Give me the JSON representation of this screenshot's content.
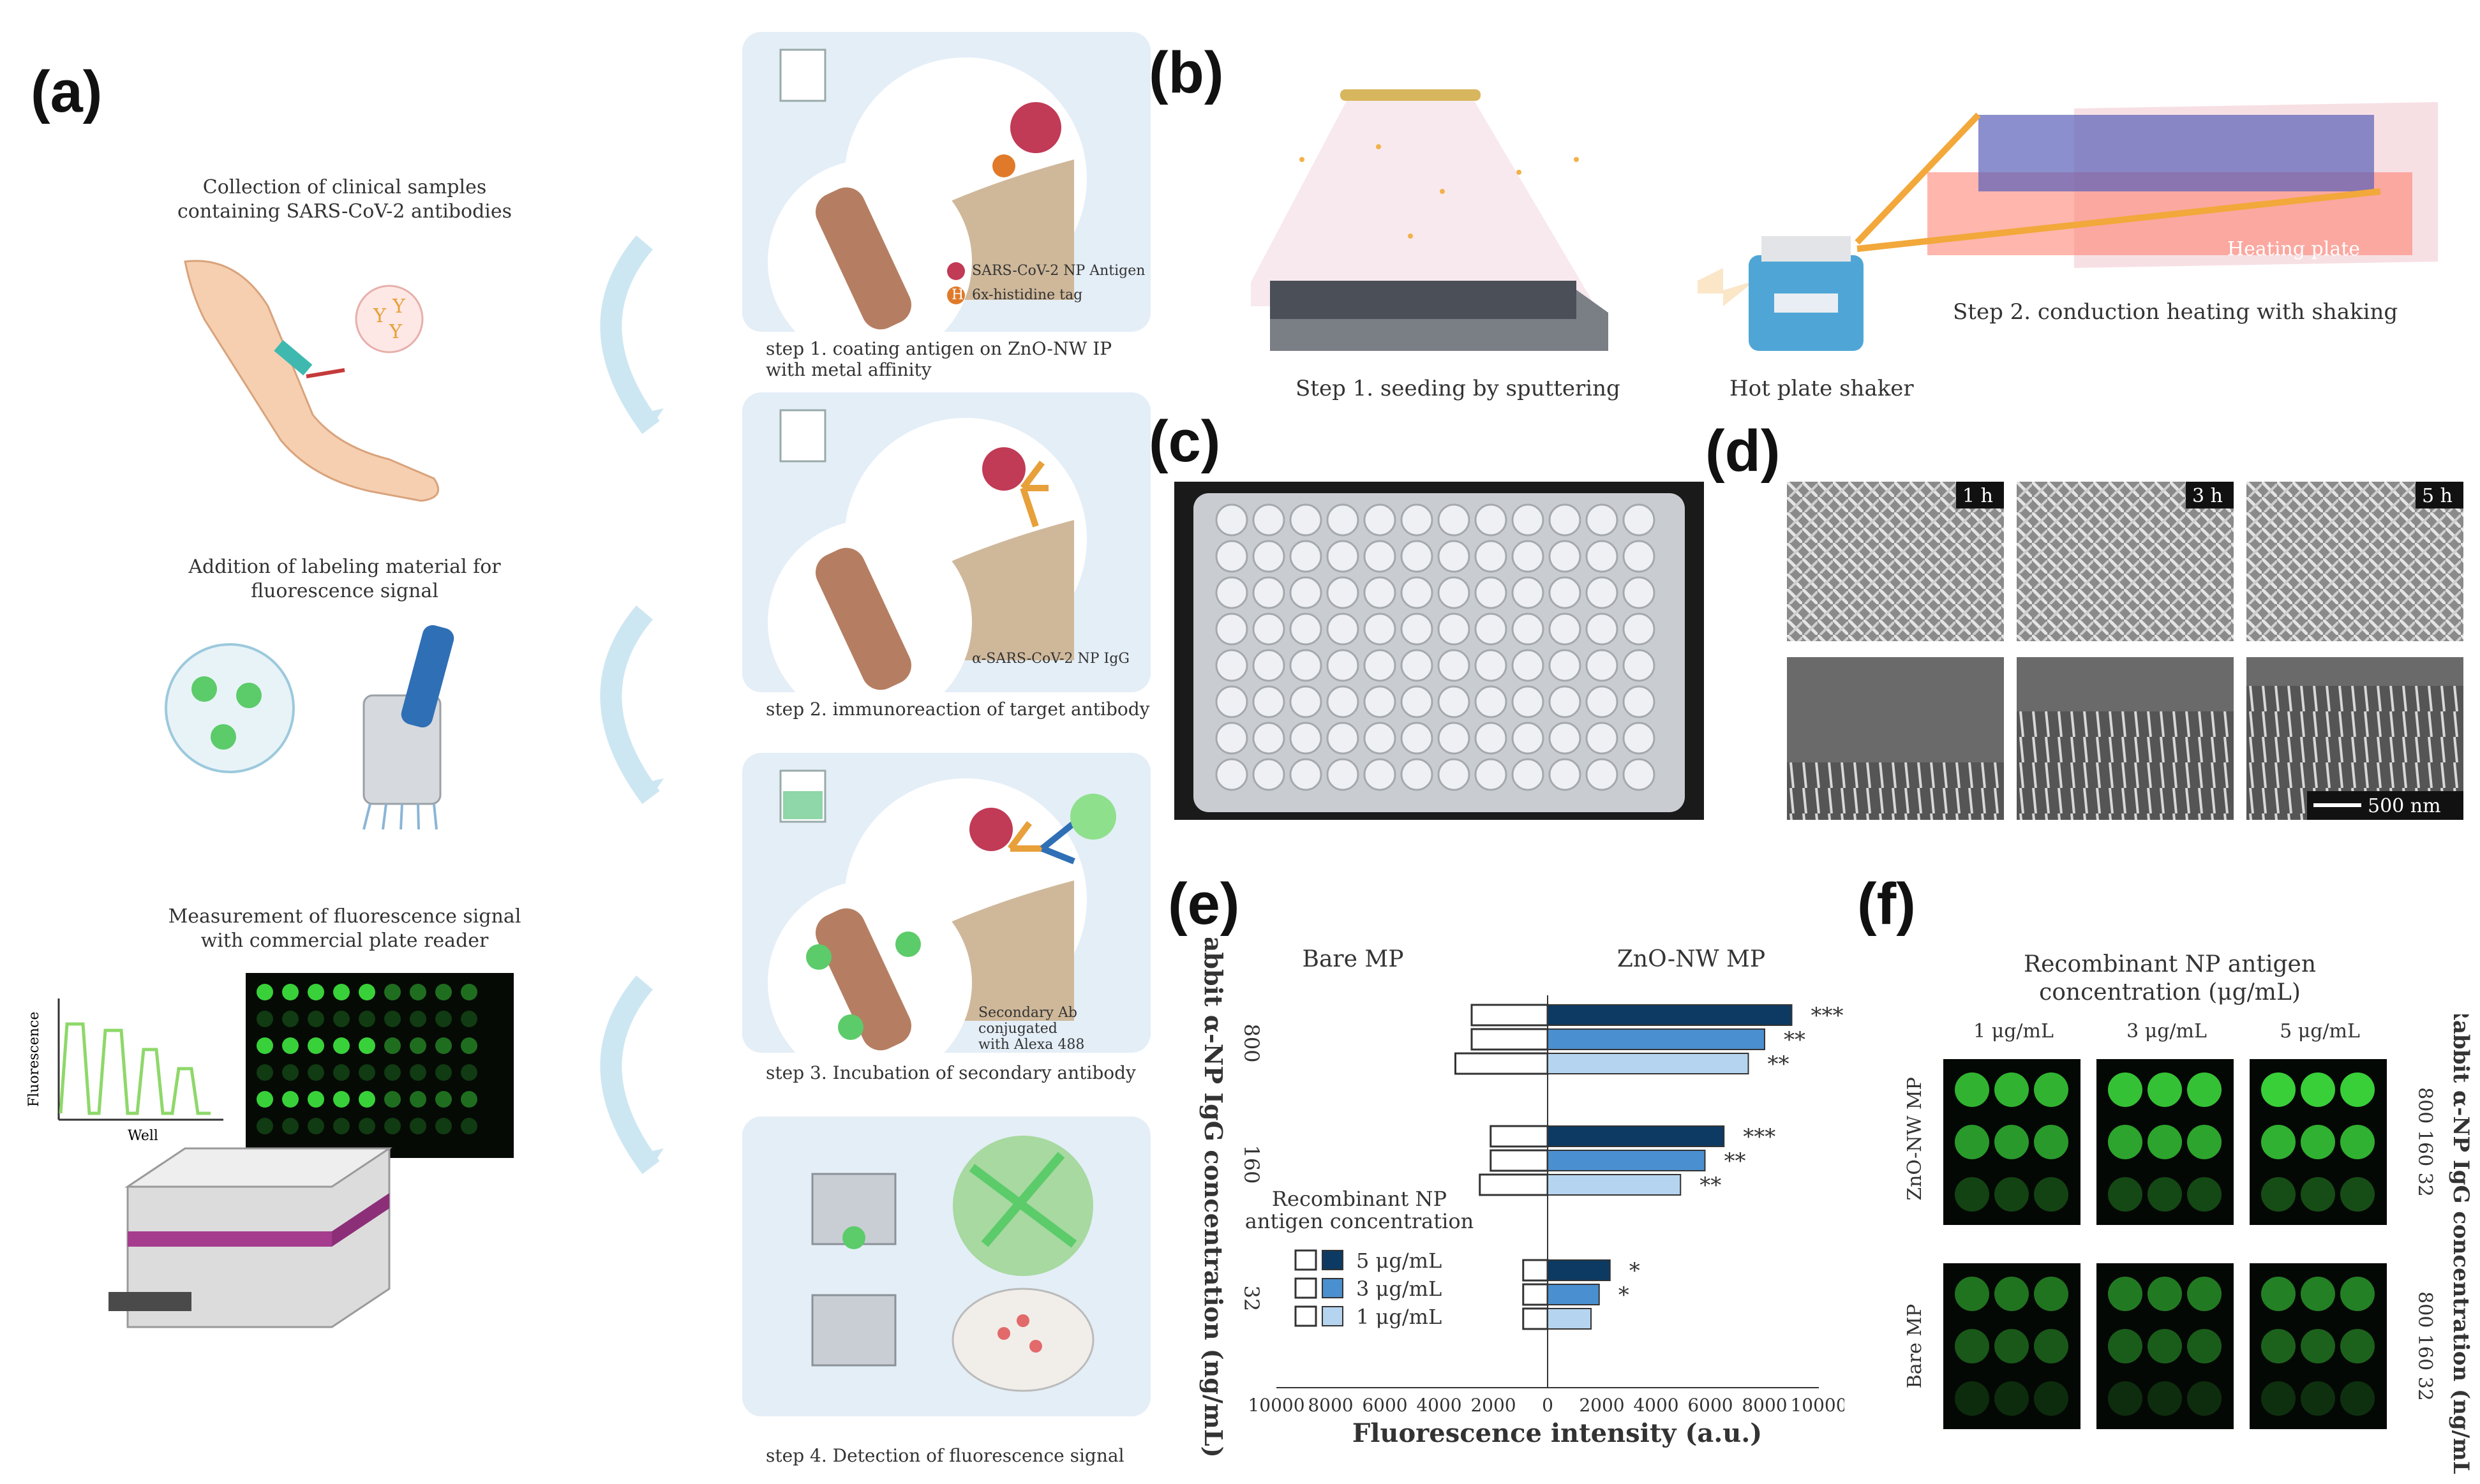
{
  "panels": {
    "a": "(a)",
    "b": "(b)",
    "c": "(c)",
    "d": "(d)",
    "e": "(e)",
    "f": "(f)"
  },
  "panel_a": {
    "collection_line1": "Collection of clinical samples",
    "collection_line2": "containing SARS-CoV-2 antibodies",
    "addition_line1": "Addition of  labeling material for",
    "addition_line2": "fluorescence signal",
    "measure_line1": "Measurement of  fluorescence signal",
    "measure_line2": "with commercial plate reader",
    "graph_ylabel": "Fluorescence",
    "graph_xlabel": "Well",
    "steps": [
      {
        "text1": "step 1. coating antigen on ZnO-NW IP",
        "text2": "with metal affinity"
      },
      {
        "text1": "step 2. immunoreaction of target antibody",
        "text2": ""
      },
      {
        "text1": "step 3. Incubation of secondary antibody",
        "text2": ""
      },
      {
        "text1": "step 4. Detection of fluorescence signal",
        "text2": ""
      }
    ],
    "legend_antigen": "SARS-CoV-2 NP Antigen",
    "legend_tag": "6x-histidine tag",
    "tag_letter": "H",
    "legend_igg": "α-SARS-CoV-2 NP IgG",
    "legend_secondary1": "Secondary Ab conjugated",
    "legend_secondary2": "with Alexa 488"
  },
  "panel_b": {
    "step1": "Step 1. seeding by sputtering",
    "shaker": "Hot plate shaker",
    "step2": "Step 2. conduction heating with shaking",
    "heating_plate": "Heating plate"
  },
  "panel_d": {
    "t1": "1 h",
    "t2": "3 h",
    "t3": "5 h",
    "scale": "500 nm"
  },
  "panel_f": {
    "title_line1": "Recombinant NP antigen",
    "title_line2": "concentration (μg/mL)",
    "cols": [
      "1 μg/mL",
      "3 μg/mL",
      "5 μg/mL"
    ],
    "rows": [
      "ZnO-NW MP",
      "Bare MP"
    ],
    "right_numbers": "800 160  32",
    "right_axis": "Rabbit α-NP IgG concentration (ng/mL)"
  },
  "colors": {
    "dark": "#0d3a63",
    "mid": "#4a8fd0",
    "light": "#b5d4ef",
    "card": "#e4eef7",
    "green": "#39d13a"
  },
  "chart_data": {
    "type": "bar",
    "orientation": "horizontal-butterfly",
    "left_title": "Bare MP",
    "right_title": "ZnO-NW MP",
    "xlabel": "Fluorescence intensity (a.u.)",
    "ylabel": "Rabbit α-NP IgG concentration (ng/mL)",
    "categories": [
      "800",
      "160",
      "32"
    ],
    "xlim": [
      -10000,
      10000
    ],
    "xticks": [
      "10000",
      "8000",
      "6000",
      "4000",
      "2000",
      "0",
      "2000",
      "4000",
      "6000",
      "8000",
      "10000"
    ],
    "legend_title_line1": "Recombinant NP",
    "legend_title_line2": "antigen concentration",
    "series": [
      {
        "name": "5 μg/mL",
        "bare": [
          2800,
          2100,
          900
        ],
        "zno": [
          9000,
          6500,
          2300
        ]
      },
      {
        "name": "3 μg/mL",
        "bare": [
          2800,
          2100,
          900
        ],
        "zno": [
          8000,
          5800,
          1900
        ]
      },
      {
        "name": "1 μg/mL",
        "bare": [
          3400,
          2500,
          900
        ],
        "zno": [
          7400,
          4900,
          1600
        ]
      }
    ],
    "significance": [
      [
        "***",
        "***",
        "*"
      ],
      [
        "**",
        "**",
        "*"
      ],
      [
        "**",
        "**",
        ""
      ]
    ]
  }
}
